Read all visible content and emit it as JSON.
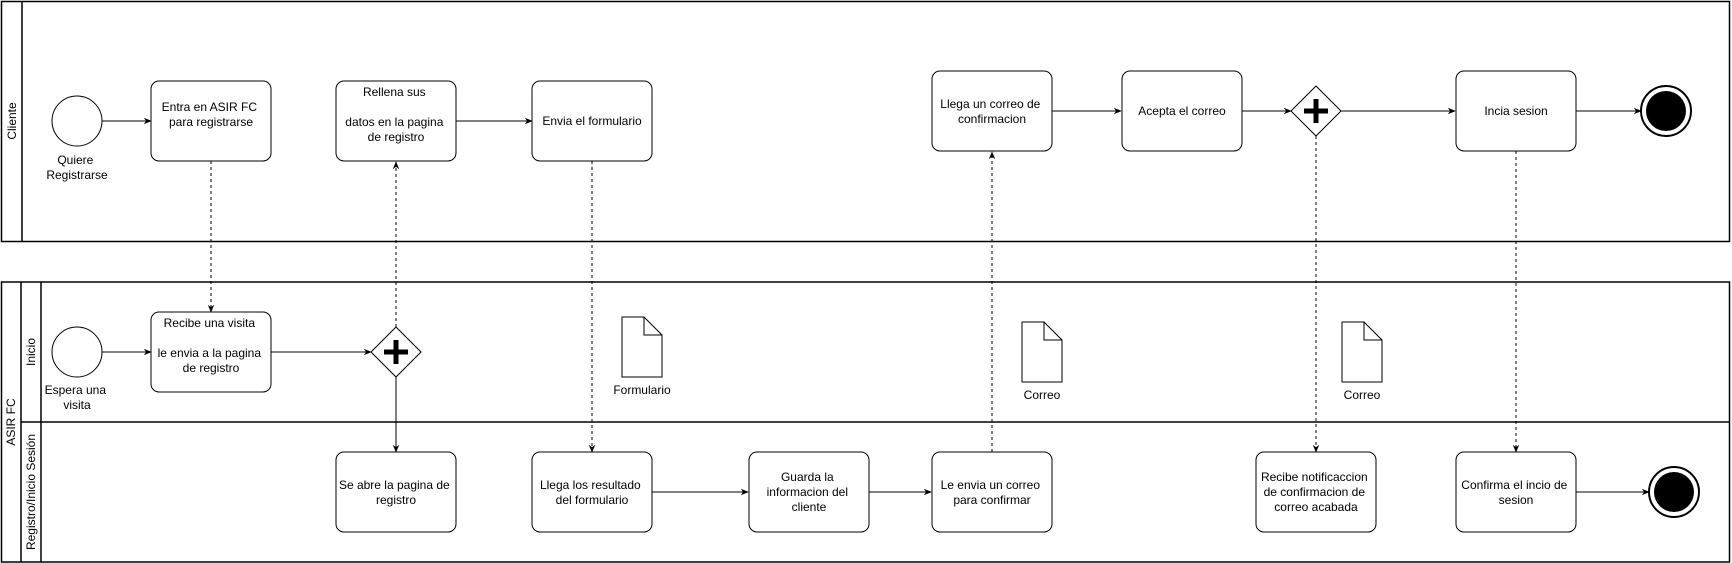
{
  "pools": {
    "cliente": {
      "label": "Cliente"
    },
    "asir": {
      "label": "ASIR FC"
    }
  },
  "lanes": {
    "inicio": {
      "label": "Inicio"
    },
    "registro": {
      "label": "Registro/Inicio Sesión"
    }
  },
  "events": {
    "quiere_registrarse": {
      "label": [
        "Quiere",
        "Registrarse"
      ]
    },
    "espera_visita": {
      "label": [
        "Espera una",
        "visita"
      ]
    }
  },
  "tasks": {
    "entra_asir": {
      "label": [
        "Entra en ASIR FC",
        "para registrarse"
      ]
    },
    "rellena": {
      "label": [
        "Rellena sus",
        "",
        "datos en la pagina",
        "de registro"
      ]
    },
    "envia_formulario": {
      "label": [
        "Envia el formulario"
      ]
    },
    "llega_correo": {
      "label": [
        "Llega un correo de",
        "confirmacion"
      ]
    },
    "acepta_correo": {
      "label": [
        "Acepta el correo"
      ]
    },
    "incia_sesion": {
      "label": [
        "Incia sesion"
      ]
    },
    "recibe_visita": {
      "label": [
        "Recibe una visita",
        "",
        "le envia a la pagina",
        "de registro"
      ]
    },
    "abre_pagina": {
      "label": [
        "Se abre la pagina de",
        "registro"
      ]
    },
    "llega_resultados": {
      "label": [
        "Llega los resultado",
        "del formulario"
      ]
    },
    "guarda_info": {
      "label": [
        "Guarda la",
        "informacion del",
        "cliente"
      ]
    },
    "envia_correo": {
      "label": [
        "Le envia un correo",
        "para confirmar"
      ]
    },
    "recibe_notif": {
      "label": [
        "Recibe notificaccion",
        "de confirmacion de",
        "correo acabada"
      ]
    },
    "confirma_inicio": {
      "label": [
        "Confirma el incio de",
        "sesion"
      ]
    }
  },
  "documents": {
    "formulario": {
      "label": "Formulario"
    },
    "correo1": {
      "label": "Correo"
    },
    "correo2": {
      "label": "Correo"
    }
  }
}
